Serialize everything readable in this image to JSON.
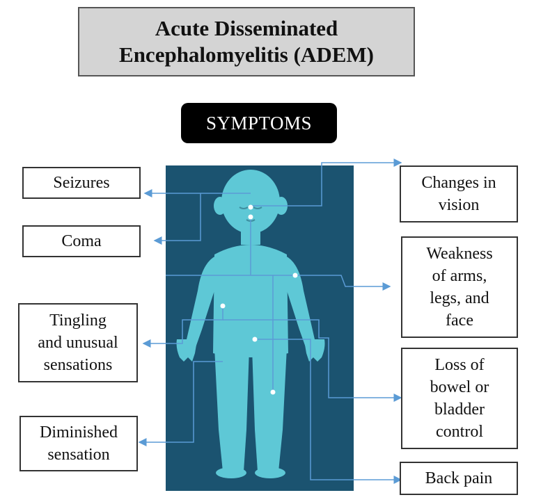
{
  "title": {
    "line1": "Acute Disseminated",
    "line2": "Encephalomyelitis (ADEM)"
  },
  "heading": "SYMPTOMS",
  "symptoms_left": {
    "seizures": "Seizures",
    "coma": "Coma",
    "tingling": [
      "Tingling",
      "and unusual",
      "sensations"
    ],
    "diminished": [
      "Diminished",
      "sensation"
    ]
  },
  "symptoms_right": {
    "vision": [
      "Changes in",
      "vision"
    ],
    "weakness": [
      "Weakness",
      "of arms,",
      "legs, and",
      "face"
    ],
    "bowel": [
      "Loss of",
      "bowel or",
      "bladder",
      "control"
    ],
    "back_pain": "Back pain"
  },
  "colors": {
    "panel": "#1b5370",
    "body": "#5ec8d6",
    "connector": "#5b9bd5"
  }
}
